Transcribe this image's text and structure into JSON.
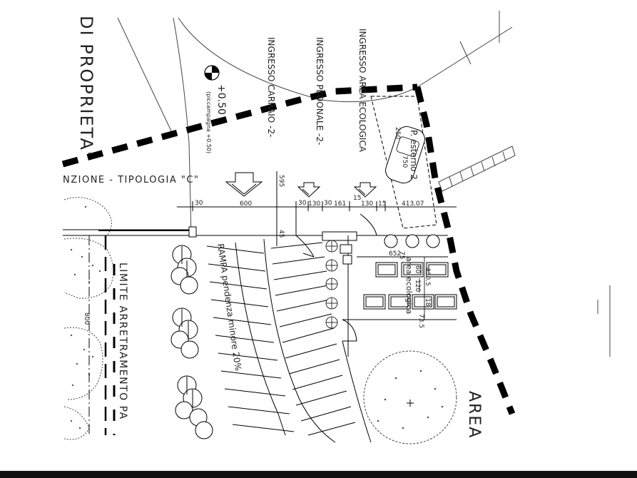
{
  "drawing": {
    "labels": {
      "proprieta": "DI PROPRIETA'",
      "tipologia": "NZIONE - TIPOLOGIA \"C\"",
      "elevation": "+0.50",
      "elevation_note": "(piccampagna +0.50)",
      "ingresso_area": "INGRESSO AREA ECOLOGICA",
      "ingresso_pedonale": "INGRESSO PEDONALE -2-",
      "ingresso_carraio": "INGRESSO CARRAIO -2-",
      "posto_esterno": "P. esterno 2",
      "rampa": "RAMPA pendenza minore 20%",
      "limite": "LIMITE ARRETRAMENTO PA",
      "area_ecologica": "area ecologica",
      "area": "AREA"
    },
    "dimensions": {
      "d30_left": "30",
      "d600": "600",
      "d595": "595",
      "d30_mid": "30",
      "d130_a": "130",
      "d30_b": "30",
      "d161": "161",
      "d15_a": "15",
      "d130_b": "130",
      "d15_b": "15",
      "d413": "413.07",
      "d250": "250",
      "d750": "750",
      "d45": "45",
      "d652": "652",
      "d75": "75",
      "d60": "60",
      "d430": "430.5",
      "d120": "120",
      "d18": "18",
      "d73": "73.5",
      "d800": "800"
    }
  }
}
